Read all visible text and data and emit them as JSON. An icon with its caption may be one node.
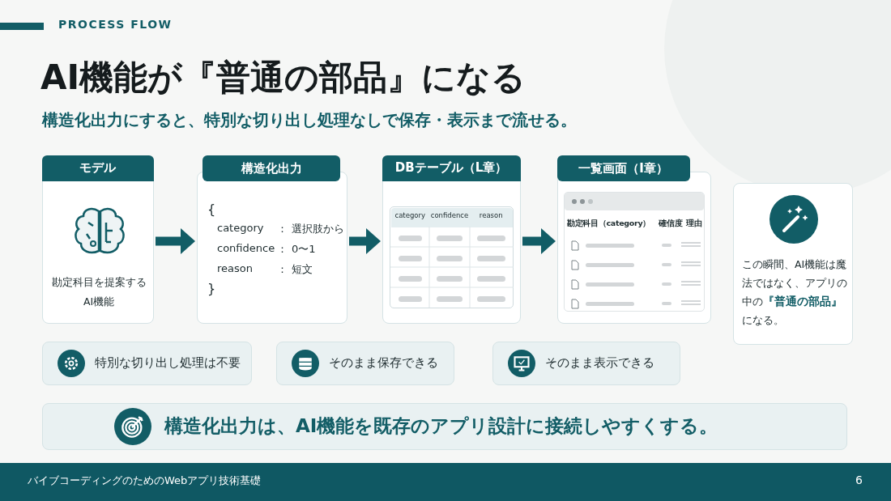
{
  "diagram": {
    "title": "AI機能が『普通の部品』になる",
    "nodes": [
      {
        "text": [
          "モデル",
          "勘定科目を提案するAI機能"
        ]
      },
      {
        "text": [
          "構造化出力",
          "{",
          "category",
          "：",
          "選択肢から",
          "confidence",
          "：",
          "0〜1",
          "reason",
          "：",
          "短文",
          "}"
        ]
      },
      {
        "text": [
          "DBテーブル（L章）",
          "category",
          "confidence",
          "reason"
        ]
      },
      {
        "text": [
          "一覧画面（I章）",
          "勘定科目（category）",
          "確信度",
          "理由"
        ]
      },
      {
        "text": [
          "この瞬間、AI機能は魔法ではなく、アプリの中の**『普通の部品』**になる。"
        ]
      },
      {
        "text": [
          "特別な切り出し処理は不要"
        ]
      },
      {
        "text": [
          "そのまま保存できる"
        ]
      },
      {
        "text": [
          "そのまま表示できる"
        ]
      },
      {
        "text": [
          "構造化出力は、AI機能を既存のアプリ設計に接続しやすくする。"
        ]
      }
    ],
    "edges": [
      {
        "from": 0,
        "to": 1,
        "arrow": "to"
      },
      {
        "from": 1,
        "to": 2,
        "arrow": "to"
      },
      {
        "from": 2,
        "to": 3,
        "arrow": "to"
      }
    ],
    "labels": [
      "PROCESS FLOW",
      "構造化出力にすると、特別な切り出し処理なしで保存・表示まで流せる。",
      "バイブコーディングのためのWebアプリ技術基礎",
      "6"
    ]
  }
}
